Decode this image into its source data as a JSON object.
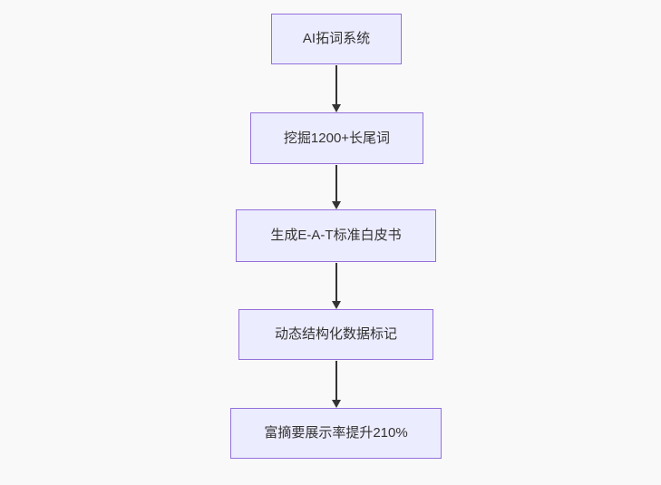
{
  "diagram": {
    "type": "flowchart",
    "direction": "top-down",
    "nodes": [
      {
        "id": "A",
        "label": "AI拓词系统"
      },
      {
        "id": "B",
        "label": "挖掘1200+长尾词"
      },
      {
        "id": "C",
        "label": "生成E-A-T标准白皮书"
      },
      {
        "id": "D",
        "label": "动态结构化数据标记"
      },
      {
        "id": "E",
        "label": "富摘要展示率提升210%"
      }
    ],
    "edges": [
      {
        "from": "A",
        "to": "B"
      },
      {
        "from": "B",
        "to": "C"
      },
      {
        "from": "C",
        "to": "D"
      },
      {
        "from": "D",
        "to": "E"
      }
    ],
    "colors": {
      "background": "#f9f9f9",
      "node_fill": "#ECECFF",
      "node_border": "#9370DB",
      "node_text": "#333333",
      "arrow": "#333333"
    }
  }
}
